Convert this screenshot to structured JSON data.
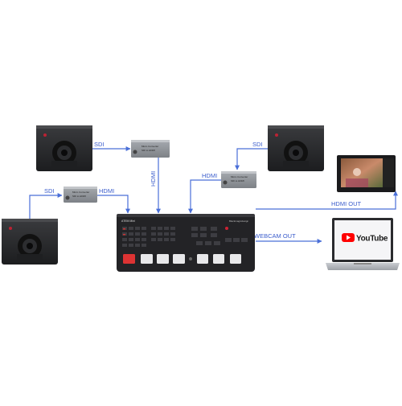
{
  "labels": {
    "sdi_top_left": "SDI",
    "sdi_top_right": "SDI",
    "sdi_left": "SDI",
    "hdmi_left": "HDMI",
    "hdmi_vertical": "HDMI",
    "hdmi_right": "HDMI",
    "hdmi_out": "HDMI OUT",
    "webcam_out": "WEBCAM OUT"
  },
  "devices": {
    "switcher_brand": "ATEM Mini",
    "switcher_logo": "Blackmagicdesign",
    "converter_title": "Micro Converter",
    "converter_subtitle": "SDI to HDMI",
    "youtube_text": "YouTube"
  },
  "colors": {
    "line": "#4a6fd8",
    "label": "#3a5ccc",
    "device_body": "#2a2a2c",
    "converter_body": "#8e9297",
    "youtube_red": "#ff0000"
  }
}
